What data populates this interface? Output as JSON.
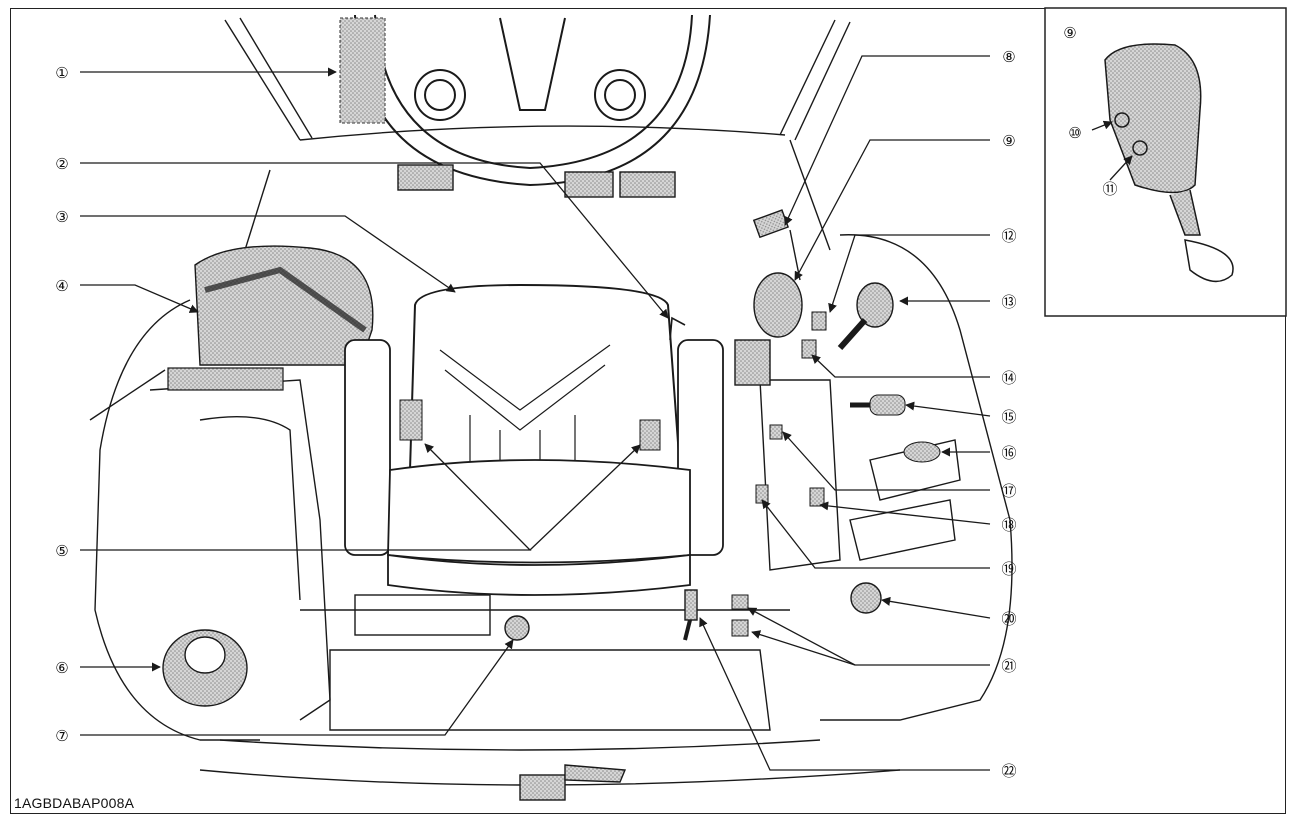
{
  "figure": {
    "id": "1AGBDABAP008A",
    "colors": {
      "line": "#1a1a1a",
      "stipple": "#b9b9b9",
      "background": "#ffffff"
    }
  },
  "callouts": {
    "c1": "①",
    "c2": "②",
    "c3": "③",
    "c4": "④",
    "c5": "⑤",
    "c6": "⑥",
    "c7": "⑦",
    "c8": "⑧",
    "c9": "⑨",
    "c10": "⑩",
    "c11": "⑪",
    "c12": "⑫",
    "c13": "⑬",
    "c14": "⑭",
    "c15": "⑮",
    "c16": "⑯",
    "c17": "⑰",
    "c18": "⑱",
    "c19": "⑲",
    "c20": "⑳",
    "c21": "㉑",
    "c22": "㉒"
  },
  "inset": {
    "label": "⑨",
    "callout_a": "⑩",
    "callout_b": "⑪"
  }
}
